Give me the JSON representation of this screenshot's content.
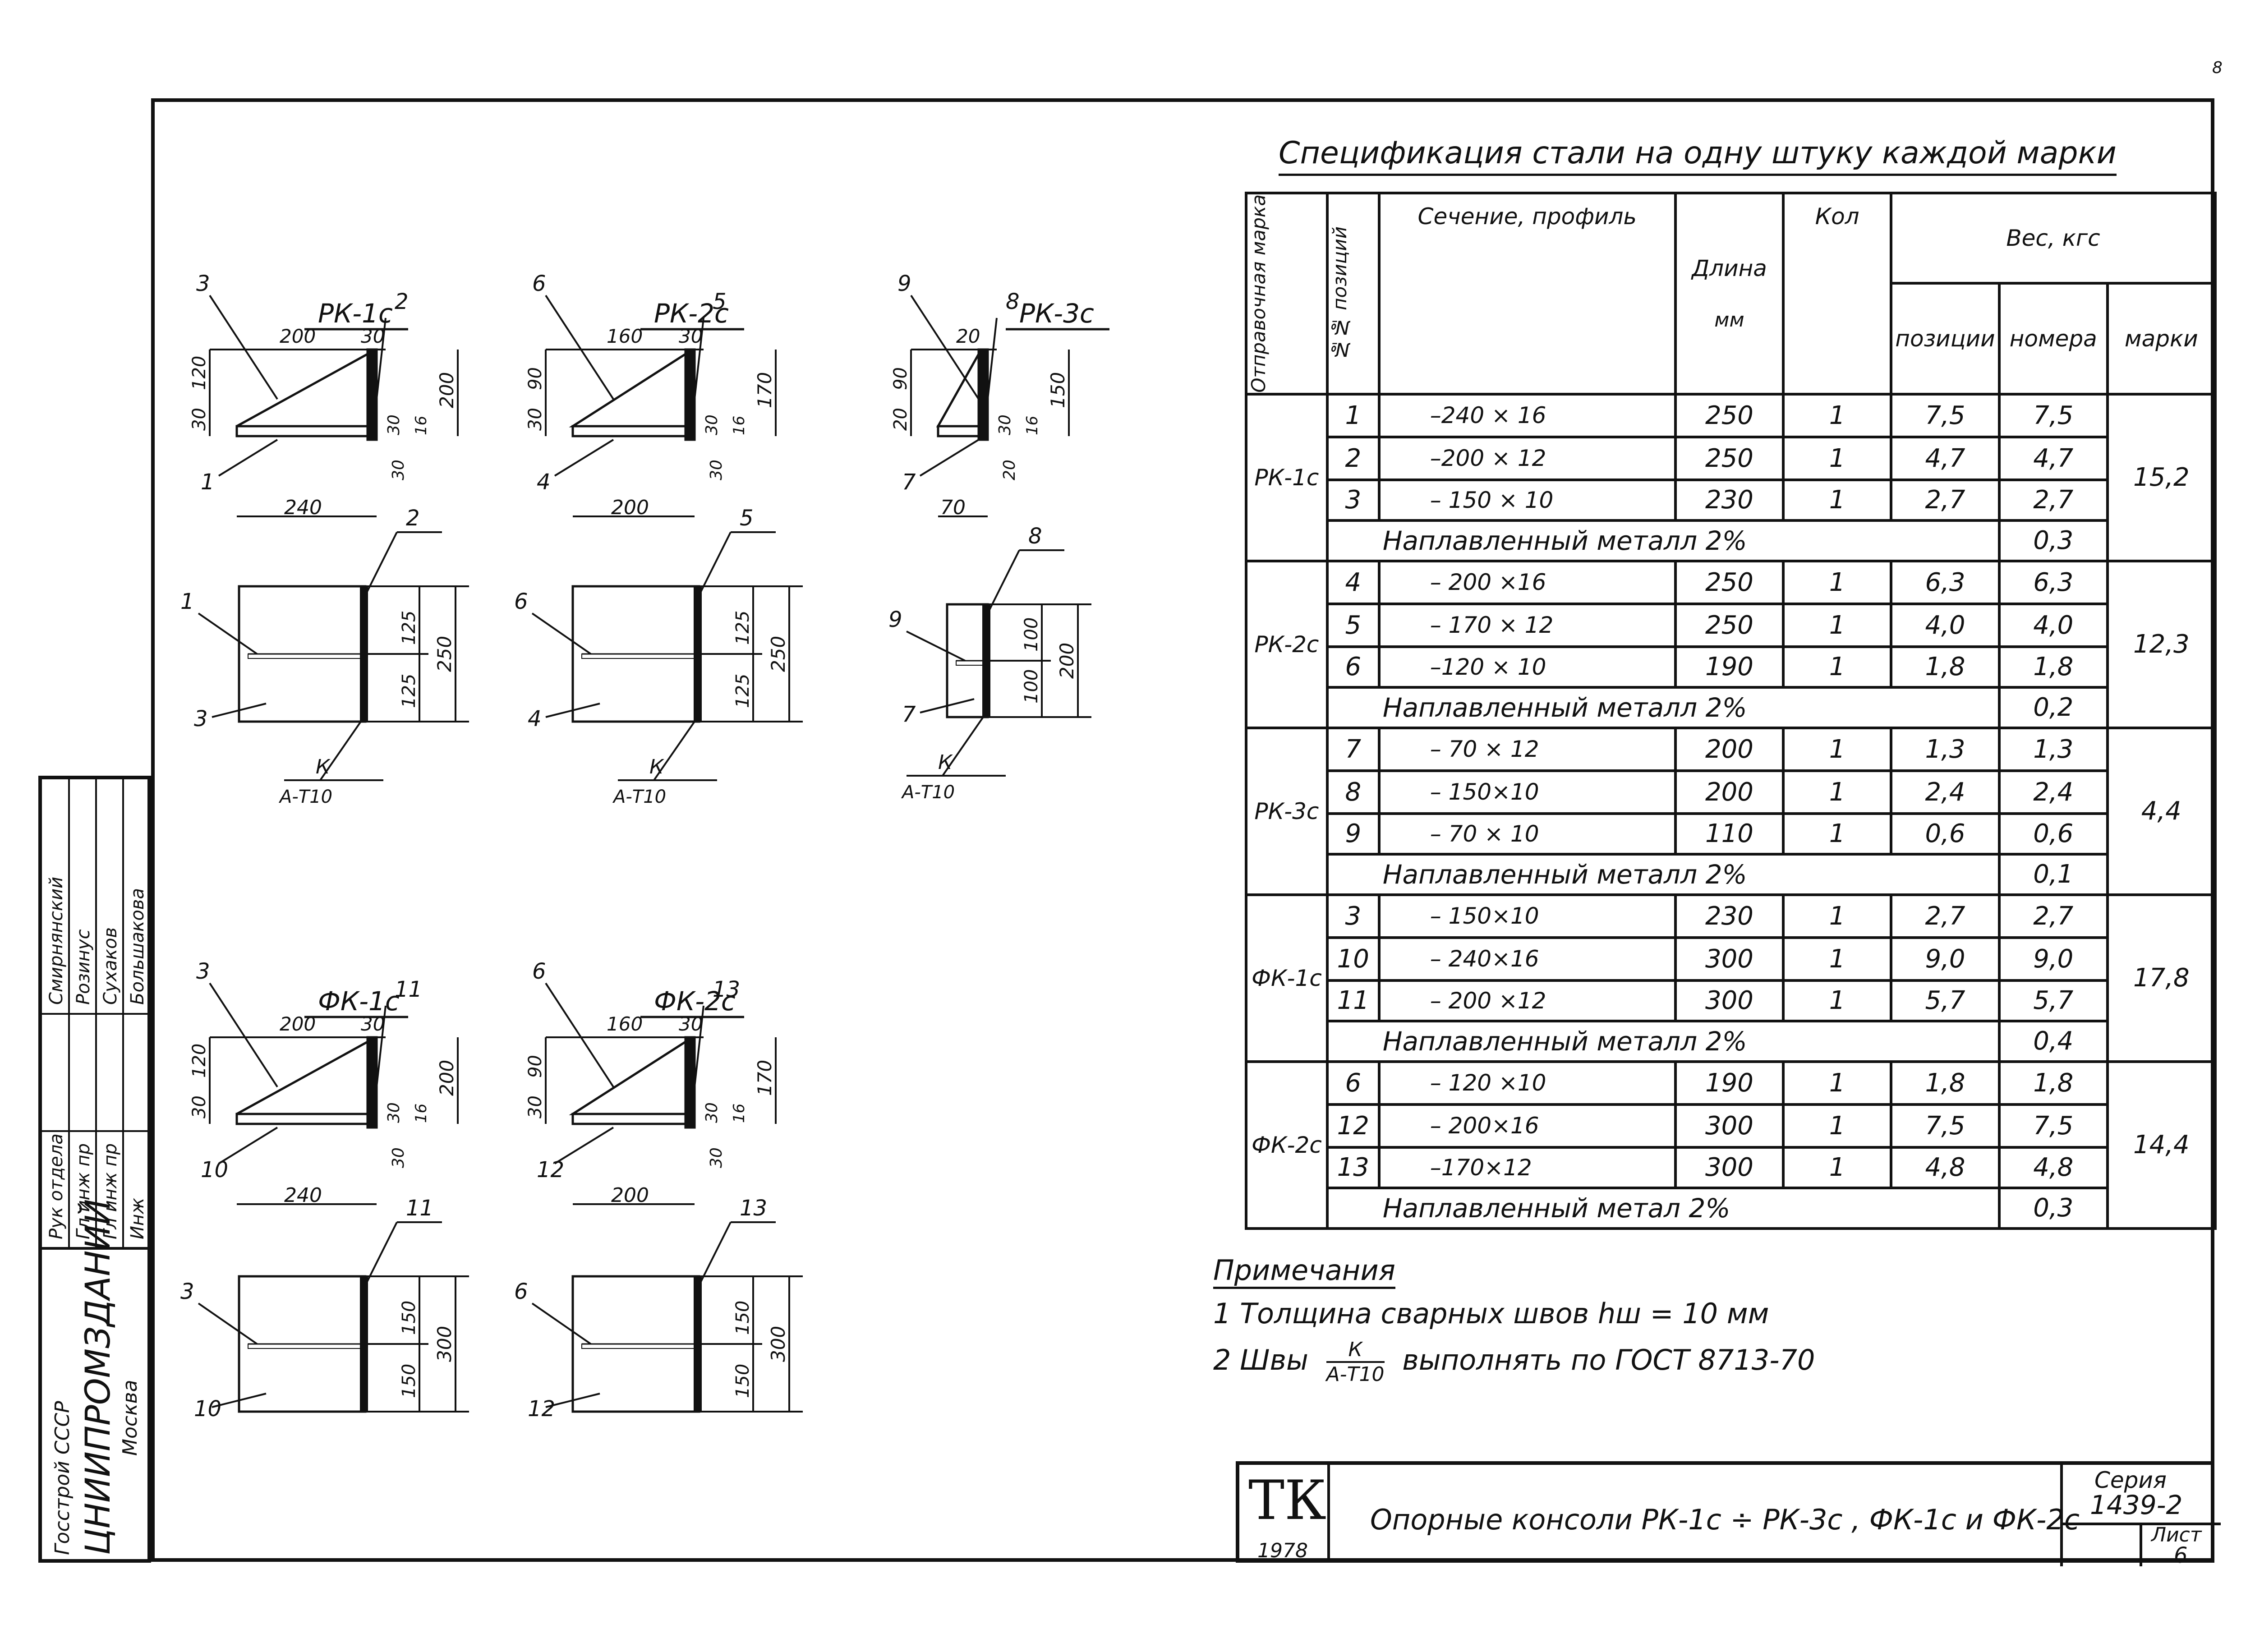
{
  "corner_mark": "8",
  "spec": {
    "title": "Спецификация стали на одну штуку каждой марки",
    "headers": {
      "mark": "Отправочная марка",
      "pos": "№№ позиций",
      "section": "Сечение, профиль",
      "length": "Длина",
      "length_unit": "мм",
      "qty": "Кол",
      "weight": "Вес, кгс",
      "w_pos": "позиции",
      "w_num": "номера",
      "w_mark": "марки"
    },
    "groups": [
      {
        "mark": "РК-1с",
        "total": "15,2",
        "weld": "Наплавленный металл 2%",
        "weld_w": "0,3",
        "rows": [
          {
            "pos": "1",
            "section": "–240 × 16",
            "len": "250",
            "qty": "1",
            "wpos": "7,5",
            "wnum": "7,5"
          },
          {
            "pos": "2",
            "section": "–200 × 12",
            "len": "250",
            "qty": "1",
            "wpos": "4,7",
            "wnum": "4,7"
          },
          {
            "pos": "3",
            "section": "– 150 × 10",
            "len": "230",
            "qty": "1",
            "wpos": "2,7",
            "wnum": "2,7"
          }
        ]
      },
      {
        "mark": "РК-2с",
        "total": "12,3",
        "weld": "Наплавленный металл 2%",
        "weld_w": "0,2",
        "rows": [
          {
            "pos": "4",
            "section": "– 200 ×16",
            "len": "250",
            "qty": "1",
            "wpos": "6,3",
            "wnum": "6,3"
          },
          {
            "pos": "5",
            "section": "– 170 × 12",
            "len": "250",
            "qty": "1",
            "wpos": "4,0",
            "wnum": "4,0"
          },
          {
            "pos": "6",
            "section": "–120 × 10",
            "len": "190",
            "qty": "1",
            "wpos": "1,8",
            "wnum": "1,8"
          }
        ]
      },
      {
        "mark": "РК-3с",
        "total": "4,4",
        "weld": "Наплавленный металл 2%",
        "weld_w": "0,1",
        "rows": [
          {
            "pos": "7",
            "section": "– 70 × 12",
            "len": "200",
            "qty": "1",
            "wpos": "1,3",
            "wnum": "1,3"
          },
          {
            "pos": "8",
            "section": "– 150×10",
            "len": "200",
            "qty": "1",
            "wpos": "2,4",
            "wnum": "2,4"
          },
          {
            "pos": "9",
            "section": "– 70 × 10",
            "len": "110",
            "qty": "1",
            "wpos": "0,6",
            "wnum": "0,6"
          }
        ]
      },
      {
        "mark": "ФК-1с",
        "total": "17,8",
        "weld": "Наплавленный металл 2%",
        "weld_w": "0,4",
        "rows": [
          {
            "pos": "3",
            "section": "– 150×10",
            "len": "230",
            "qty": "1",
            "wpos": "2,7",
            "wnum": "2,7"
          },
          {
            "pos": "10",
            "section": "– 240×16",
            "len": "300",
            "qty": "1",
            "wpos": "9,0",
            "wnum": "9,0"
          },
          {
            "pos": "11",
            "section": "– 200 ×12",
            "len": "300",
            "qty": "1",
            "wpos": "5,7",
            "wnum": "5,7"
          }
        ]
      },
      {
        "mark": "ФК-2с",
        "total": "14,4",
        "weld": "Наплавленный метал 2%",
        "weld_w": "0,3",
        "rows": [
          {
            "pos": "6",
            "section": "– 120 ×10",
            "len": "190",
            "qty": "1",
            "wpos": "1,8",
            "wnum": "1,8"
          },
          {
            "pos": "12",
            "section": "– 200×16",
            "len": "300",
            "qty": "1",
            "wpos": "7,5",
            "wnum": "7,5"
          },
          {
            "pos": "13",
            "section": "–170×12",
            "len": "300",
            "qty": "1",
            "wpos": "4,8",
            "wnum": "4,8"
          }
        ]
      }
    ]
  },
  "drawings": {
    "rk1": {
      "label": "РК-1с",
      "top": [
        "200",
        "30"
      ],
      "side_h": [
        "120",
        "30"
      ],
      "total_h": "200",
      "base": "240",
      "small": [
        "30",
        "16",
        "30"
      ],
      "pos": [
        "3",
        "2",
        "1"
      ],
      "plan_pos": [
        "1",
        "2",
        "3"
      ],
      "plan_dims": [
        "125",
        "125",
        "250"
      ],
      "weld": "К",
      "weld2": "А-Т10"
    },
    "rk2": {
      "label": "РК-2с",
      "top": [
        "160",
        "30"
      ],
      "side_h": [
        "90",
        "30"
      ],
      "total_h": "170",
      "base": "200",
      "small": [
        "30",
        "16",
        "30"
      ],
      "pos": [
        "6",
        "5",
        "4"
      ],
      "plan_pos": [
        "6",
        "5",
        "4"
      ],
      "plan_dims": [
        "125",
        "125",
        "250"
      ],
      "weld": "К",
      "weld2": "А-Т10"
    },
    "rk3": {
      "label": "РК-3с",
      "top": [
        "20"
      ],
      "side_h": [
        "90",
        "20"
      ],
      "total_h": "150",
      "base": "70",
      "small": [
        "30",
        "16",
        "20"
      ],
      "pos": [
        "9",
        "8",
        "7"
      ],
      "plan_pos": [
        "9",
        "8",
        "7"
      ],
      "plan_dims": [
        "100",
        "100",
        "200"
      ],
      "weld": "К",
      "weld2": "А-Т10"
    },
    "fk1": {
      "label": "ФК-1с",
      "top": [
        "200",
        "30"
      ],
      "side_h": [
        "120",
        "30"
      ],
      "total_h": "200",
      "base": "240",
      "small": [
        "30",
        "16",
        "30"
      ],
      "pos": [
        "3",
        "11",
        "10"
      ],
      "plan_pos": [
        "3",
        "11",
        "10"
      ],
      "plan_dims": [
        "150",
        "150",
        "300"
      ]
    },
    "fk2": {
      "label": "ФК-2с",
      "top": [
        "160",
        "30"
      ],
      "side_h": [
        "90",
        "30"
      ],
      "total_h": "170",
      "base": "200",
      "small": [
        "30",
        "16",
        "30"
      ],
      "pos": [
        "6",
        "13",
        "12"
      ],
      "plan_pos": [
        "6",
        "13",
        "12"
      ],
      "plan_dims": [
        "150",
        "150",
        "300"
      ]
    }
  },
  "notes": {
    "heading": "Примечания",
    "n1": "1 Толщина сварных швов hш = 10 мм",
    "n2a": "2 Швы",
    "n2frac_top": "К",
    "n2frac_bot": "А-Т10",
    "n2b": "выполнять по ГОСТ 8713-70"
  },
  "title_block": {
    "logo": "ТК",
    "year": "1978",
    "title": "Опорные консоли РК-1с ÷ РК-3с , ФК-1с и ФК-2с",
    "series_label": "Серия",
    "series": "1439-2",
    "sheet_label": "Лист",
    "sheet": "6"
  },
  "side_stamp": {
    "org1": "Госстрой СССР",
    "org2": "ЦНИИПРОМЗДАНИЙ",
    "org3": "Москва",
    "roles": [
      "Рук отдела",
      "Гл инж пр",
      "Гл инж пр",
      "Инж"
    ],
    "names": [
      "Смирнянский",
      "Розинус",
      "Сухаков",
      "Большакова"
    ]
  }
}
